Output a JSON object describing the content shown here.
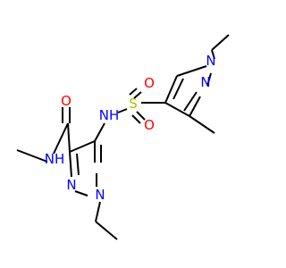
{
  "structure": {
    "bond_color": "#000000",
    "background": "#ffffff",
    "atoms": [
      {
        "id": "n_ring_top_1",
        "symbol": "N",
        "color": "#0000ff"
      },
      {
        "id": "n_ring_top_2",
        "symbol": "N",
        "color": "#0000ff"
      },
      {
        "id": "s_sulfonyl",
        "symbol": "S",
        "color": "#b8b800"
      },
      {
        "id": "o_sulfonyl_top",
        "symbol": "O",
        "color": "#ff0000"
      },
      {
        "id": "o_sulfonyl_bottom",
        "symbol": "O",
        "color": "#ff0000"
      },
      {
        "id": "nh_sulfonamide",
        "symbol": "NH",
        "color": "#0000ff"
      },
      {
        "id": "o_carbonyl",
        "symbol": "O",
        "color": "#ff0000"
      },
      {
        "id": "nh_amide",
        "symbol": "NH",
        "color": "#0000ff"
      },
      {
        "id": "n_ring_bottom_1",
        "symbol": "N",
        "color": "#0000ff"
      },
      {
        "id": "n_ring_bottom_2",
        "symbol": "N",
        "color": "#0000ff"
      }
    ]
  }
}
